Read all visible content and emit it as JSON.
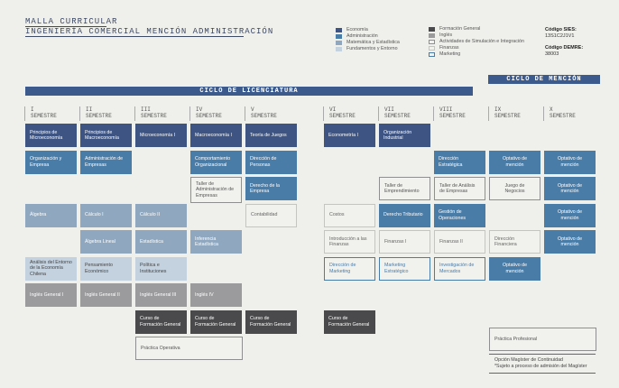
{
  "header": {
    "title": "MALLA CURRICULAR",
    "subtitle": "INGENIERÍA COMERCIAL MENCIÓN ADMINISTRACIÓN"
  },
  "legend": {
    "col1": [
      "Economía",
      "Administración",
      "Matemática y Estadística",
      "Fundamentos y Entorno"
    ],
    "col2": [
      "Formación General",
      "Inglés",
      "Actividades de Simulación e Integración",
      "Finanzas",
      "Marketing"
    ],
    "colors": {
      "econ": "#3e5482",
      "admin": "#4a7ca8",
      "mat": "#8fa8c0",
      "fund": "#c4d1de",
      "fg": "#4a4a4c",
      "ing": "#9b9b9e",
      "activ": "#8f8f8f",
      "fin": "#c4c4c0",
      "mkt": "#4a7ca8"
    }
  },
  "codes": {
    "sies_label": "Código SIES:",
    "sies": "13S1C2J1V1",
    "demre_label": "Código DEMRE:",
    "demre": "38003"
  },
  "cycles": {
    "licenciatura": "CICLO DE LICENCIATURA",
    "mencion": "CICLO DE MENCIÓN"
  },
  "semesters": [
    [
      "I",
      "SEMESTRE"
    ],
    [
      "II",
      "SEMESTRE"
    ],
    [
      "III",
      "SEMESTRE"
    ],
    [
      "IV",
      "SEMESTRE"
    ],
    [
      "V",
      "SEMESTRE"
    ],
    [
      "VI",
      "SEMESTRE"
    ],
    [
      "VII",
      "SEMESTRE"
    ],
    [
      "VIII",
      "SEMESTRE"
    ],
    [
      "IX",
      "SEMESTRE"
    ],
    [
      "X",
      "SEMESTRE"
    ]
  ],
  "courses": [
    {
      "name": "Principios de Microeconomía",
      "type": "econ"
    },
    {
      "name": "Principios de Macroeconomía",
      "type": "econ"
    },
    {
      "name": "Microeconomía I",
      "type": "econ"
    },
    {
      "name": "Macroeconomía I",
      "type": "econ"
    },
    {
      "name": "Teoría de Juegos",
      "type": "econ"
    },
    {
      "name": "Econometría I",
      "type": "econ"
    },
    {
      "name": "Organización Industrial",
      "type": "econ"
    },
    {
      "name": "Organización y Empresa",
      "type": "admin"
    },
    {
      "name": "Administración de Empresas",
      "type": "admin"
    },
    {
      "name": "Comportamiento Organizacional",
      "type": "admin"
    },
    {
      "name": "Dirección de Personas",
      "type": "admin"
    },
    {
      "name": "Dirección Estratégica",
      "type": "admin"
    },
    {
      "name": "Optativo de mención",
      "type": "admin"
    },
    {
      "name": "Optativo de mención",
      "type": "admin"
    },
    {
      "name": "Taller de Administración de Empresas",
      "type": "activ"
    },
    {
      "name": "Derecho de la Empresa",
      "type": "admin"
    },
    {
      "name": "Taller de Emprendimiento",
      "type": "activ"
    },
    {
      "name": "Taller de Análisis de Empresas",
      "type": "activ"
    },
    {
      "name": "Juego de Negocios",
      "type": "activ"
    },
    {
      "name": "Optativo de mención",
      "type": "admin"
    },
    {
      "name": "Álgebra",
      "type": "mat"
    },
    {
      "name": "Cálculo I",
      "type": "mat"
    },
    {
      "name": "Cálculo II",
      "type": "mat"
    },
    {
      "name": "Contabilidad",
      "type": "fin"
    },
    {
      "name": "Costos",
      "type": "fin"
    },
    {
      "name": "Derecho Tributario",
      "type": "admin"
    },
    {
      "name": "Gestión de Operaciones",
      "type": "admin"
    },
    {
      "name": "Optativo de mención",
      "type": "admin"
    },
    {
      "name": "Álgebra Lineal",
      "type": "mat"
    },
    {
      "name": "Estadística",
      "type": "mat"
    },
    {
      "name": "Inferencia Estadística",
      "type": "mat"
    },
    {
      "name": "Introducción a las Finanzas",
      "type": "fin"
    },
    {
      "name": "Finanzas I",
      "type": "fin"
    },
    {
      "name": "Finanzas II",
      "type": "fin"
    },
    {
      "name": "Dirección Financiera",
      "type": "fin"
    },
    {
      "name": "Optativo de mención",
      "type": "admin"
    },
    {
      "name": "Análisis del Entorno de la Economía Chilena",
      "type": "fund"
    },
    {
      "name": "Pensamiento Económico",
      "type": "fund"
    },
    {
      "name": "Política e Instituciones",
      "type": "fund"
    },
    {
      "name": "Dirección de Marketing",
      "type": "mkt"
    },
    {
      "name": "Marketing Estratégico",
      "type": "mkt"
    },
    {
      "name": "Investigación de Mercados",
      "type": "mkt"
    },
    {
      "name": "Optativo de mención",
      "type": "admin"
    },
    {
      "name": "Inglés General I",
      "type": "ing"
    },
    {
      "name": "Inglés General II",
      "type": "ing"
    },
    {
      "name": "Inglés General III",
      "type": "ing"
    },
    {
      "name": "Inglés IV",
      "type": "ing"
    },
    {
      "name": "Curso de Formación General",
      "type": "fg"
    },
    {
      "name": "Curso de Formación General",
      "type": "fg"
    },
    {
      "name": "Curso de Formación General",
      "type": "fg"
    },
    {
      "name": "Curso de Formación General",
      "type": "fg"
    },
    {
      "name": "Práctica Operativa",
      "type": "activ"
    },
    {
      "name": "Práctica Profesional",
      "type": "activ"
    }
  ],
  "magister": {
    "line1": "Opción Magíster de Continuidad",
    "line2": "*Sujeto a proceso de admisión del Magíster"
  }
}
